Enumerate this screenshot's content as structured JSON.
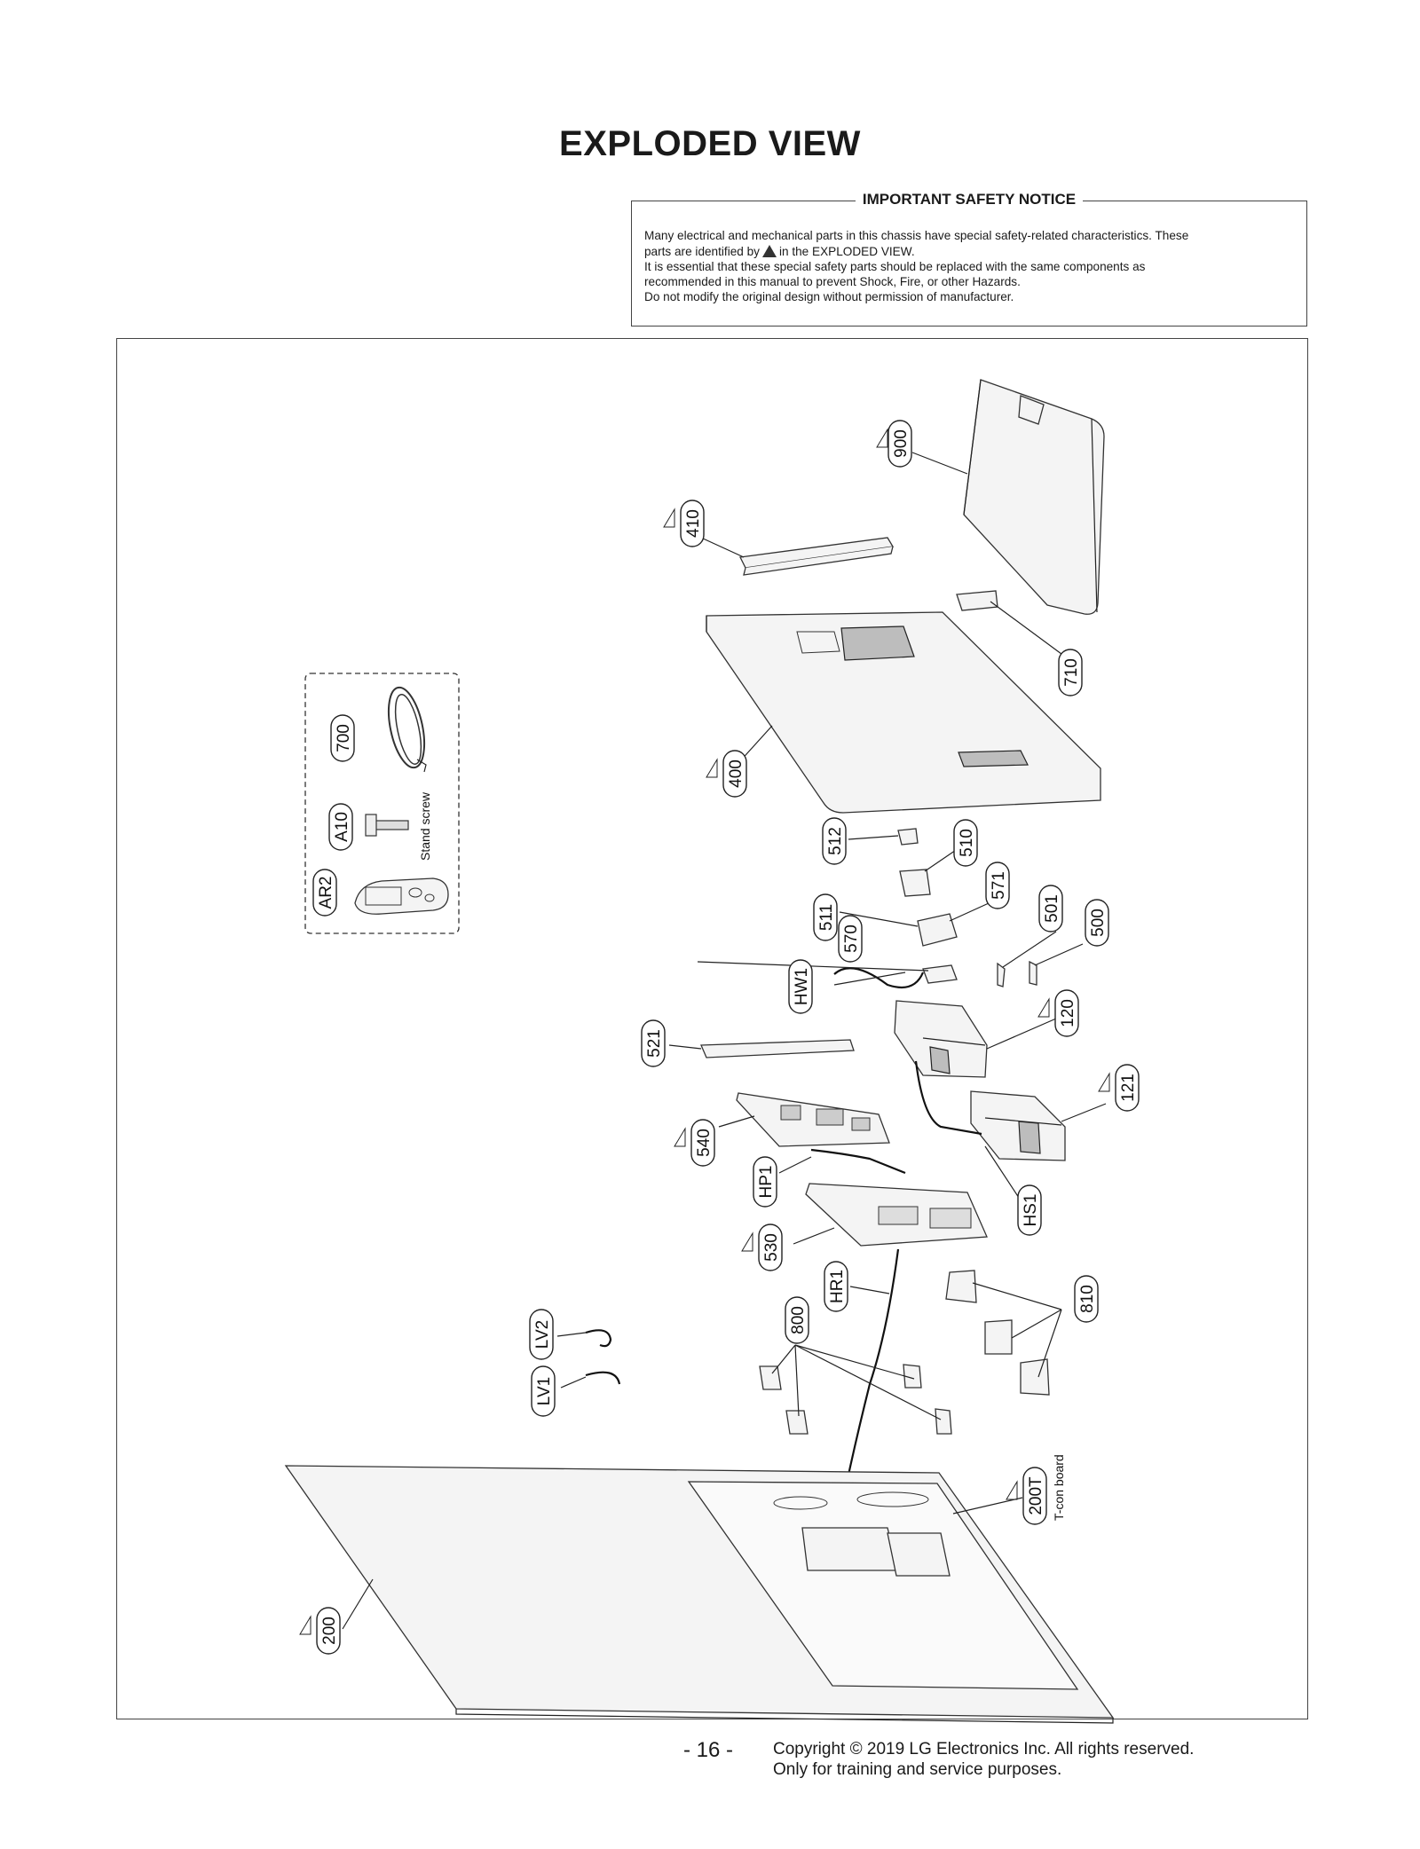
{
  "page": {
    "title": "EXPLODED VIEW",
    "page_number": "- 16 -",
    "copyright_line1": "Copyright © 2019 LG Electronics Inc. All rights reserved.",
    "copyright_line2": "Only for training and service purposes."
  },
  "notice": {
    "heading": "IMPORTANT SAFETY NOTICE",
    "line1": "Many electrical and mechanical parts in this chassis have special safety-related characteristics. These",
    "line2_pre": "parts are identified by",
    "line2_post": "in the EXPLODED VIEW.",
    "line3": "It is essential that these special safety parts should be replaced with the same components as",
    "line4": "recommended in this manual to prevent Shock, Fire, or other Hazards.",
    "line5": "Do not modify the original design without permission of manufacturer."
  },
  "diagram": {
    "parts": {
      "p900": "900",
      "p410": "410",
      "p710": "710",
      "p700": "700",
      "pA10": "A10",
      "pAR2": "AR2",
      "p400": "400",
      "p512": "512",
      "p510": "510",
      "p511": "511",
      "p571": "571",
      "p501": "501",
      "p500": "500",
      "p570": "570",
      "pHW1": "HW1",
      "p120": "120",
      "p521": "521",
      "p121": "121",
      "p540": "540",
      "pHP1": "HP1",
      "pHS1": "HS1",
      "p530": "530",
      "pHR1": "HR1",
      "p810": "810",
      "pLV2": "LV2",
      "p800": "800",
      "pLV1": "LV1",
      "p200T": "200T",
      "p200": "200"
    },
    "notes": {
      "stand_screw": "Stand screw",
      "tcon": "T-con board"
    }
  }
}
